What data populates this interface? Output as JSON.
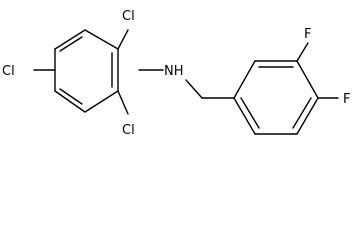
{
  "molecule": {
    "atoms": {
      "cl_top": "Cl",
      "cl_left": "Cl",
      "cl_bottom": "Cl",
      "nh": "NH",
      "f_top": "F",
      "f_right": "F"
    }
  },
  "colors": {
    "background": "#ffffff",
    "bond": "#000000",
    "label": "#000000"
  }
}
